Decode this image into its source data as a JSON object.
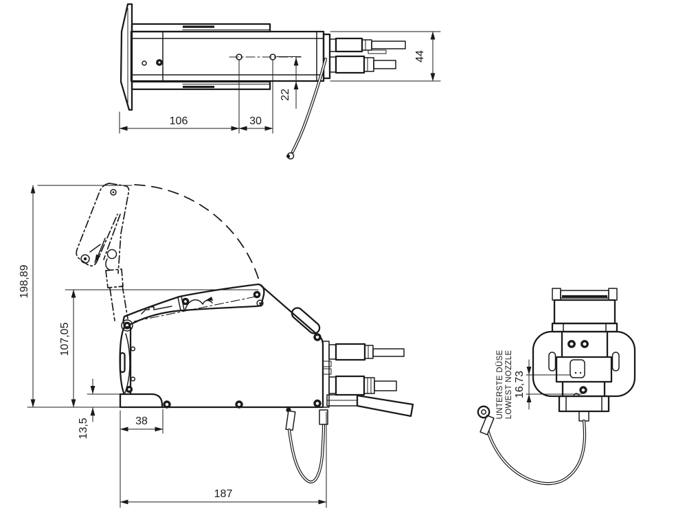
{
  "colors": {
    "line": "#1a1a1a",
    "background": "#ffffff"
  },
  "dims": {
    "top_width_flange_to_hole": "106",
    "top_hole_spacing": "30",
    "top_hole_offset": "22",
    "top_body_height": "44",
    "side_total_height": "198,89",
    "side_arm_pivot_height": "107,05",
    "side_base_thickness": "13,5",
    "side_base_offset": "38",
    "side_total_length": "187",
    "front_nozzle_offset": "16,73"
  },
  "labels": {
    "lowest_nozzle_de": "UNTERSTE DÜSE",
    "lowest_nozzle_en": "LOWEST NOZZLE"
  }
}
